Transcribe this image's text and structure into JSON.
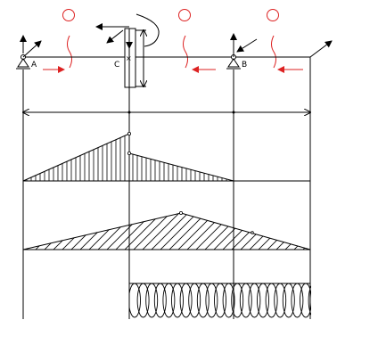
{
  "labels": {
    "a": "A",
    "b": "B",
    "c": "C"
  },
  "colors": {
    "ink": "#000000",
    "annotation": "#dd2222"
  },
  "icons": {
    "annotation_circle": "red-circle-icon",
    "correction_arrow": "red-arrow-icon"
  }
}
